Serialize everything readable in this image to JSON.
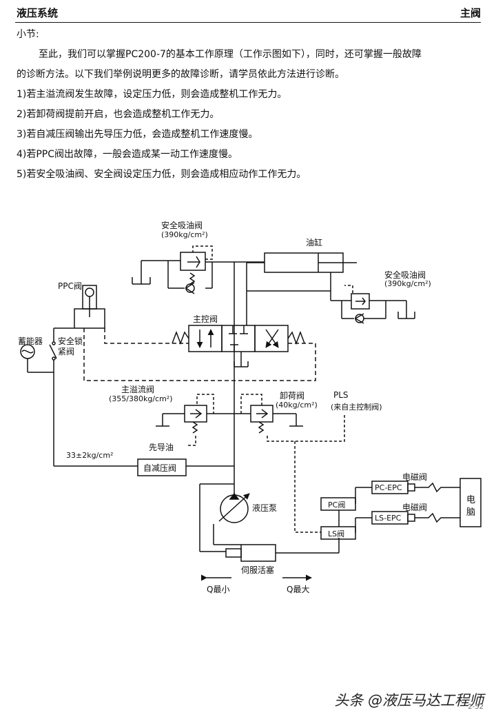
{
  "header": {
    "left": "液压系统",
    "right": "主阀"
  },
  "section": {
    "title": "小节:",
    "intro1": "至此，我们可以掌握PC200-7的基本工作原理（工作示图如下），同时，还可掌握一般故障",
    "intro2": "的诊断方法。以下我们举例说明更多的故障诊断，请学员依此方法进行诊断。",
    "items": [
      "1)若主溢流阀发生故障，设定压力低，则会造成整机工作无力。",
      "2)若卸荷阀提前开启，也会造成整机工作无力。",
      "3)若自减压阀输出先导压力低，会造成整机工作速度慢。",
      "4)若PPC阀出故障，一般会造成某一动工作速度慢。",
      "5)若安全吸油阀、安全阀设定压力低，则会造成相应动作工作无力。"
    ]
  },
  "diagram": {
    "safety_valve_left_name": "安全吸油阀",
    "safety_valve_left_pressure": "(390kg/cm²)",
    "cylinder": "油缸",
    "safety_valve_right_name": "安全吸油阀",
    "safety_valve_right_pressure": "(390kg/cm²)",
    "ppc_valve": "PPC阀",
    "main_control_valve": "主控阀",
    "accumulator": "蓄能器",
    "safety_lock_1": "安全锁",
    "safety_lock_2": "紧阀",
    "main_relief_name": "主溢流阀",
    "main_relief_pressure": "(355/380kg/cm²)",
    "unload_name": "卸荷阀",
    "unload_pressure": "(40kg/cm²)",
    "pls_1": "PLS",
    "pls_2": "(来自主控制阀)",
    "pilot_oil": "先导油",
    "pilot_pressure": "33±2kg/cm²",
    "self_reducing_valve": "自减压阀",
    "solenoid_1": "电磁阀",
    "solenoid_2": "电磁阀",
    "pc_epc": "PC-EPC",
    "ls_epc": "LS-EPC",
    "pc_valve": "PC阀",
    "ls_valve": "LS阀",
    "computer_1": "电",
    "computer_2": "脑",
    "hydraulic_pump": "液压泵",
    "servo_piston": "伺服活塞",
    "q_min": "Q最小",
    "q_max": "Q最大"
  },
  "footer": {
    "watermark": "头条 @液压马达工程师",
    "page": "2-52"
  }
}
